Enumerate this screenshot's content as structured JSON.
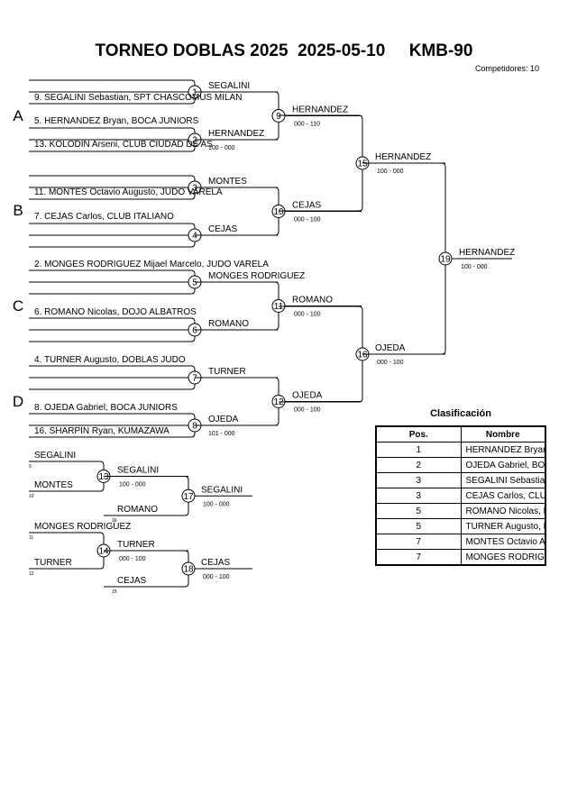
{
  "header": {
    "tournament": "TORNEO DOBLAS 2025",
    "date": "2025-05-10",
    "category": "KMB-90",
    "competitors_label": "Competidores:",
    "competitors_count": "10"
  },
  "pools": [
    "A",
    "B",
    "C",
    "D"
  ],
  "entries": [
    "9. SEGALINI Sebastian, SPT CHASCOMUS MILAN",
    "5. HERNANDEZ Bryan, BOCA JUNIORS",
    "13. KOLODIN Arseni, CLUB CIUDAD DE AS",
    "11. MONTES Octavio Augusto, JUDO VARELA",
    "7. CEJAS Carlos, CLUB ITALIANO",
    "2. MONGES RODRIGUEZ Mijael Marcelo, JUDO VARELA",
    "6. ROMANO Nicolas, DOJO ALBATROS",
    "4. TURNER Augusto, DOBLAS JUDO",
    "8. OJEDA Gabriel, BOCA JUNIORS",
    "16. SHARPIN Ryan, KUMAZAWA"
  ],
  "matches": [
    {
      "num": "1",
      "winner": "SEGALINI",
      "score": ""
    },
    {
      "num": "2",
      "winner": "HERNANDEZ",
      "score": "100 - 000"
    },
    {
      "num": "3",
      "winner": "MONTES",
      "score": ""
    },
    {
      "num": "4",
      "winner": "CEJAS",
      "score": ""
    },
    {
      "num": "5",
      "winner": "MONGES RODRIGUEZ",
      "score": ""
    },
    {
      "num": "6",
      "winner": "ROMANO",
      "score": ""
    },
    {
      "num": "7",
      "winner": "TURNER",
      "score": ""
    },
    {
      "num": "8",
      "winner": "OJEDA",
      "score": "101 - 000"
    },
    {
      "num": "9",
      "winner": "HERNANDEZ",
      "score": "000 - 110"
    },
    {
      "num": "10",
      "winner": "CEJAS",
      "score": "000 - 100"
    },
    {
      "num": "11",
      "winner": "ROMANO",
      "score": "000 - 100"
    },
    {
      "num": "12",
      "winner": "OJEDA",
      "score": "000 - 100"
    },
    {
      "num": "15",
      "winner": "HERNANDEZ",
      "score": "100 - 000"
    },
    {
      "num": "16",
      "winner": "OJEDA",
      "score": "000 - 100"
    },
    {
      "num": "19",
      "winner": "HERNANDEZ",
      "score": "100 - 000"
    }
  ],
  "repechage": {
    "slots": [
      {
        "name": "SEGALINI",
        "from": "9"
      },
      {
        "name": "MONTES",
        "from": "10"
      },
      {
        "name": "ROMANO",
        "from": "16"
      },
      {
        "name": "MONGES RODRIGUEZ",
        "from": "11"
      },
      {
        "name": "TURNER",
        "from": "12"
      },
      {
        "name": "CEJAS",
        "from": "15"
      }
    ],
    "matches": [
      {
        "num": "13",
        "winner": "SEGALINI",
        "score": "100 - 000"
      },
      {
        "num": "17",
        "winner": "SEGALINI",
        "score": "100 - 000"
      },
      {
        "num": "14",
        "winner": "TURNER",
        "score": "000 - 100"
      },
      {
        "num": "18",
        "winner": "CEJAS",
        "score": "000 - 100"
      }
    ]
  },
  "classification": {
    "title": "Clasificación",
    "col_pos": "Pos.",
    "col_name": "Nombre",
    "rows": [
      {
        "pos": "1",
        "name": "HERNANDEZ Bryan, BOCA JUNIORS"
      },
      {
        "pos": "2",
        "name": "OJEDA Gabriel, BOCA JUNIORS"
      },
      {
        "pos": "3",
        "name": "SEGALINI Sebastian, SPT CHASCOMUS MILAN"
      },
      {
        "pos": "3",
        "name": "CEJAS Carlos, CLUB ITALIANO"
      },
      {
        "pos": "5",
        "name": "ROMANO Nicolas, DOJO ALBATROS"
      },
      {
        "pos": "5",
        "name": "TURNER Augusto, DOBLAS JUDO"
      },
      {
        "pos": "7",
        "name": "MONTES Octavio Augusto, JUDO VARELA"
      },
      {
        "pos": "7",
        "name": "MONGES RODRIGUEZ Mijael Marcelo, JUDO VARELA"
      }
    ]
  }
}
